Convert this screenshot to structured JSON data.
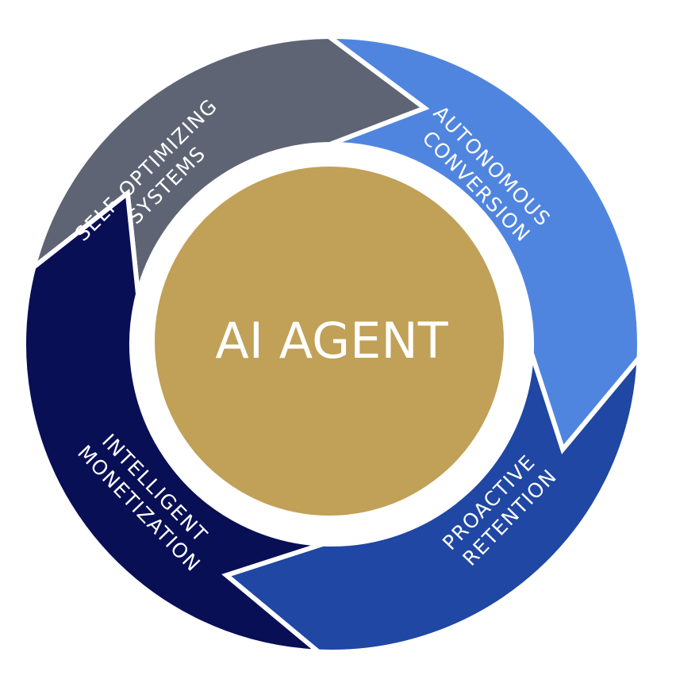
{
  "center": {
    "label": "AI AGENT",
    "color": "#c1a057"
  },
  "segments": [
    {
      "id": "self-optimizing",
      "lines": [
        "SELF-OPTIMIZING",
        "SYSTEMS"
      ],
      "color": "#5e6473"
    },
    {
      "id": "autonomous",
      "lines": [
        "AUTONOMOUS",
        "CONVERSION"
      ],
      "color": "#5085df"
    },
    {
      "id": "proactive",
      "lines": [
        "PROACTIVE",
        "RETENTION"
      ],
      "color": "#1f47a3"
    },
    {
      "id": "intelligent",
      "lines": [
        "INTELLIGENT",
        "MONETIZATION"
      ],
      "color": "#080f55"
    }
  ],
  "colors": {
    "separator": "#ffffff",
    "background": "#ffffff"
  }
}
